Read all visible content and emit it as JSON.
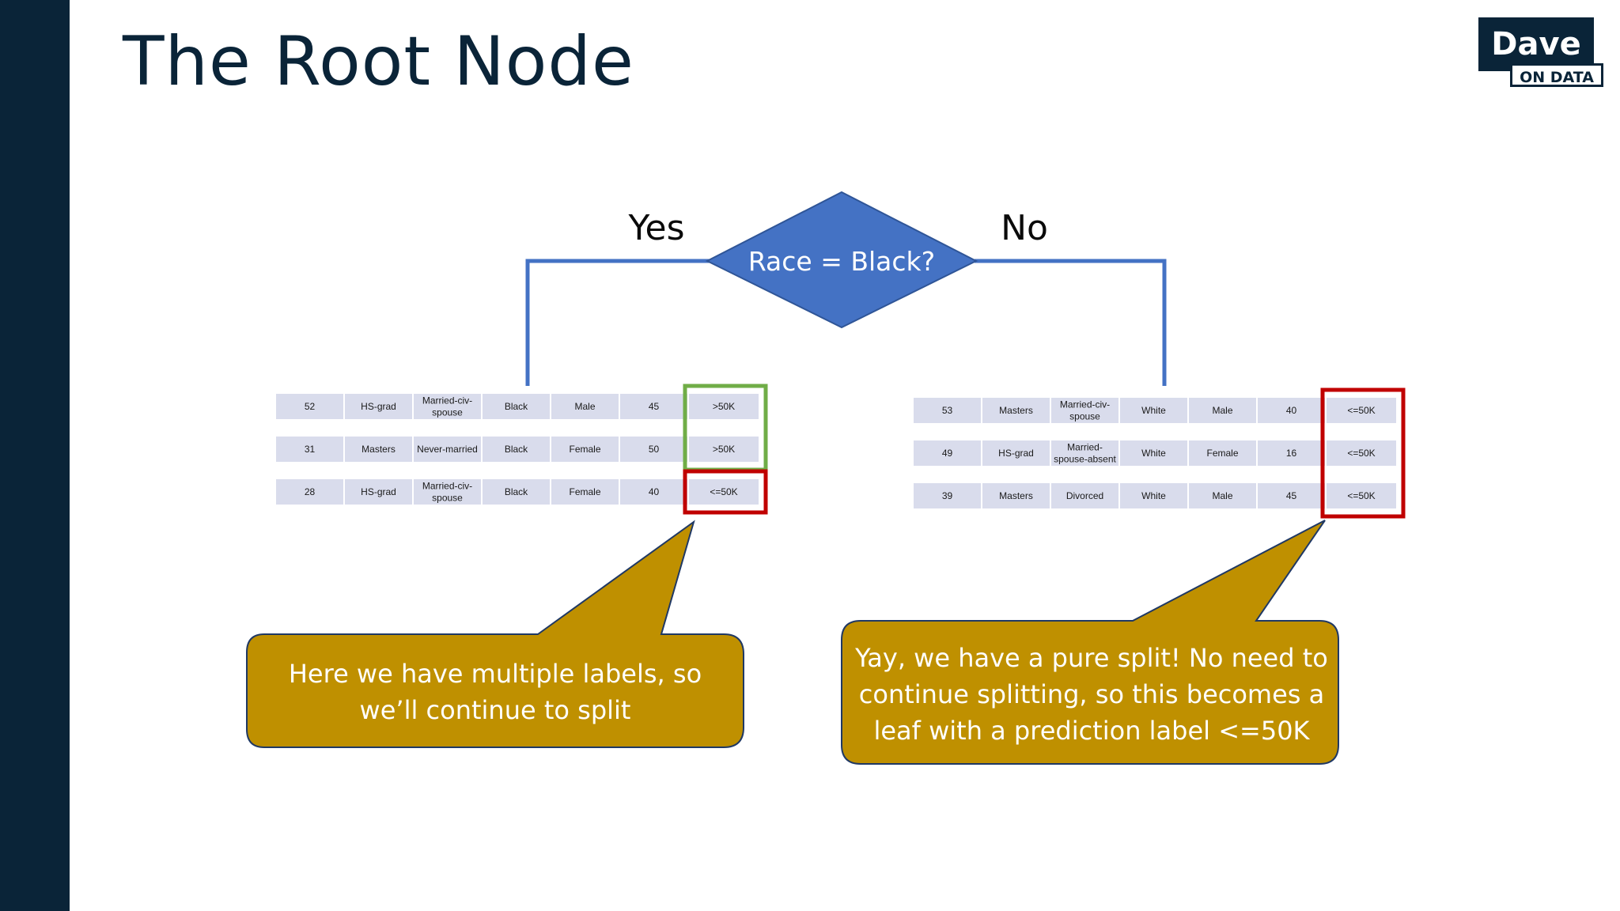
{
  "slide": {
    "title": "The Root Node",
    "colors": {
      "sidebar": "#0a2438",
      "title_text": "#0a2438",
      "node_fill": "#4472c4",
      "connector": "#4472c4",
      "cell_fill": "#d9dcec",
      "highlight_green": "#70ad47",
      "highlight_red": "#c00000",
      "callout_fill": "#bf9000",
      "callout_border": "#1f3864"
    }
  },
  "logo": {
    "main": "Dave",
    "sub": "ON DATA"
  },
  "diagram": {
    "decision_node": {
      "label": "Race = Black?"
    },
    "yes_label": "Yes",
    "no_label": "No"
  },
  "tables": {
    "left": {
      "rows": [
        [
          "52",
          "HS-grad",
          "Married-civ-spouse",
          "Black",
          "Male",
          "45",
          ">50K"
        ],
        [
          "31",
          "Masters",
          "Never-married",
          "Black",
          "Female",
          "50",
          ">50K"
        ],
        [
          "28",
          "HS-grad",
          "Married-civ-spouse",
          "Black",
          "Female",
          "40",
          "<=50K"
        ]
      ],
      "highlights": [
        {
          "rows": [
            0,
            1
          ],
          "color": "green"
        },
        {
          "rows": [
            2
          ],
          "color": "red"
        }
      ]
    },
    "right": {
      "rows": [
        [
          "53",
          "Masters",
          "Married-civ-spouse",
          "White",
          "Male",
          "40",
          "<=50K"
        ],
        [
          "49",
          "HS-grad",
          "Married-spouse-absent",
          "White",
          "Female",
          "16",
          "<=50K"
        ],
        [
          "39",
          "Masters",
          "Divorced",
          "White",
          "Male",
          "45",
          "<=50K"
        ]
      ],
      "highlights": [
        {
          "rows": [
            0,
            1,
            2
          ],
          "color": "red"
        }
      ]
    }
  },
  "callouts": {
    "left": "Here we have multiple labels, so\nwe’ll continue to split",
    "right": "Yay, we have a pure split! No need to\ncontinue splitting, so this becomes a\nleaf with a prediction label <=50K"
  }
}
